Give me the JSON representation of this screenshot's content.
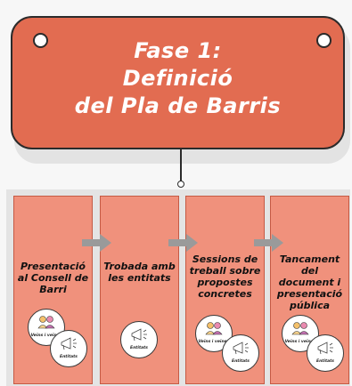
{
  "header": {
    "title_lines": [
      "Fase 1:",
      "Definició",
      "del Pla de Barris"
    ]
  },
  "icons": {
    "residents": "residents-icon",
    "entities": "megaphone-icon"
  },
  "colors": {
    "sign": "#e26c51",
    "step": "#f0917c",
    "arrow": "#9a9a9a"
  },
  "steps": [
    {
      "label_lines": [
        "Presentació",
        "al Consell de",
        "Barri"
      ],
      "badges": [
        {
          "type": "residents",
          "text": "Veïns i veïnes"
        },
        {
          "type": "entities",
          "text": "Entitats"
        }
      ]
    },
    {
      "label_lines": [
        "Trobada amb",
        "les entitats"
      ],
      "badges": [
        {
          "type": "entities",
          "text": "Entitats"
        }
      ]
    },
    {
      "label_lines": [
        "Sessions de",
        "treball sobre",
        "propostes",
        "concretes"
      ],
      "badges": [
        {
          "type": "residents",
          "text": "Veïns i veïnes"
        },
        {
          "type": "entities",
          "text": "Entitats"
        }
      ]
    },
    {
      "label_lines": [
        "Tancament del",
        "document i",
        "presentació",
        "pública"
      ],
      "badges": [
        {
          "type": "residents",
          "text": "Veïns i veïnes"
        },
        {
          "type": "entities",
          "text": "Entitats"
        }
      ]
    }
  ]
}
